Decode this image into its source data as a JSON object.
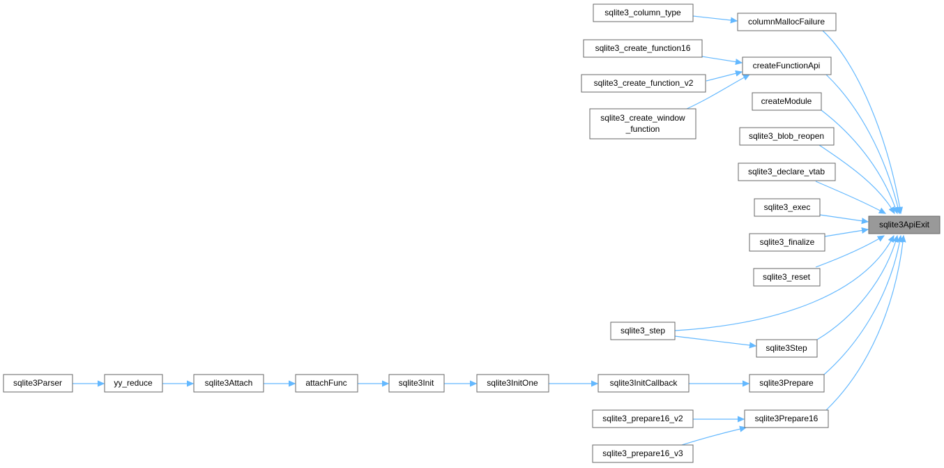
{
  "colors": {
    "edge": "#63b8ff",
    "node_border": "#666666",
    "root_fill": "#999999",
    "node_fill": "#ffffff"
  },
  "nodes": {
    "root": "sqlite3ApiExit",
    "columnMallocFailure": "columnMallocFailure",
    "sqlite3_column_type": "sqlite3_column_type",
    "createFunctionApi": "createFunctionApi",
    "sqlite3_create_function16": "sqlite3_create_function16",
    "sqlite3_create_function_v2": "sqlite3_create_function_v2",
    "sqlite3_create_window_function": [
      "sqlite3_create_window",
      "_function"
    ],
    "createModule": "createModule",
    "sqlite3_blob_reopen": "sqlite3_blob_reopen",
    "sqlite3_declare_vtab": "sqlite3_declare_vtab",
    "sqlite3_exec": "sqlite3_exec",
    "sqlite3_finalize": "sqlite3_finalize",
    "sqlite3_reset": "sqlite3_reset",
    "sqlite3_step": "sqlite3_step",
    "sqlite3Step": "sqlite3Step",
    "sqlite3Prepare": "sqlite3Prepare",
    "sqlite3InitCallback": "sqlite3InitCallback",
    "sqlite3InitOne": "sqlite3InitOne",
    "sqlite3Init": "sqlite3Init",
    "attachFunc": "attachFunc",
    "sqlite3Attach": "sqlite3Attach",
    "yy_reduce": "yy_reduce",
    "sqlite3Parser": "sqlite3Parser",
    "sqlite3Prepare16": "sqlite3Prepare16",
    "sqlite3_prepare16_v2": "sqlite3_prepare16_v2",
    "sqlite3_prepare16_v3": "sqlite3_prepare16_v3"
  }
}
